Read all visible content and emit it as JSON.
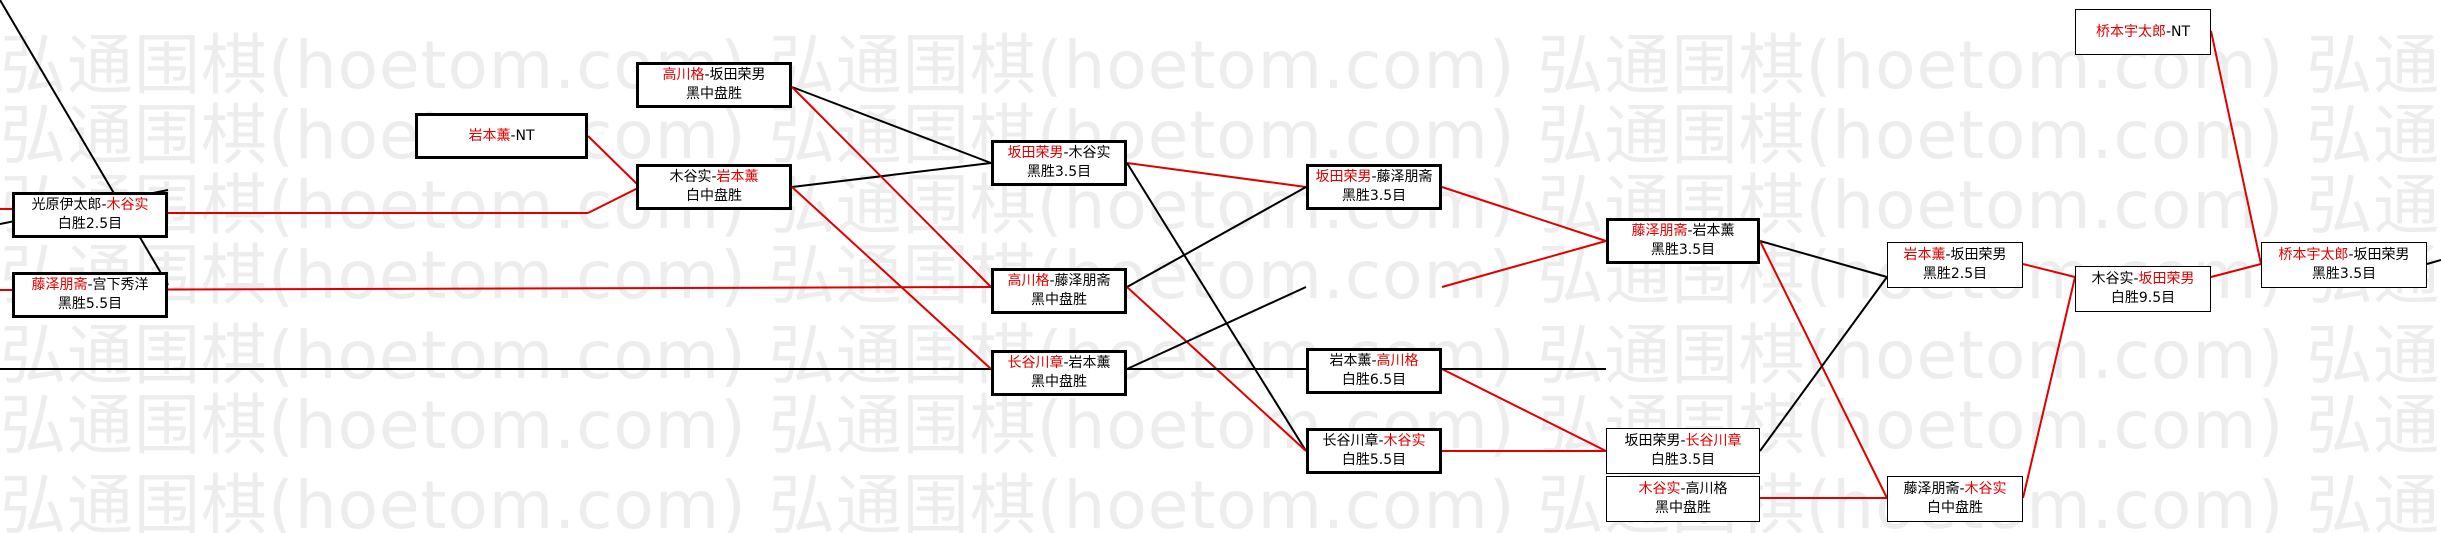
{
  "watermark": {
    "text": "弘通围棋(hoetom.com)"
  },
  "colors": {
    "winner": "#e00000",
    "line_red": "#e00000",
    "line_black": "#000000",
    "border": "#000000"
  },
  "nodes": {
    "n1": {
      "p1": "光原伊太郎",
      "sep": "-",
      "p2": "木谷实",
      "result": "白胜2.5目"
    },
    "n2": {
      "p1": "藤泽朋斋",
      "sep": "-",
      "p2": "宫下秀洋",
      "result": "黑胜5.5目"
    },
    "n3": {
      "p1": "岩本薰",
      "sep": "-",
      "p2": "NT"
    },
    "n4": {
      "p1": "高川格",
      "sep": "-",
      "p2": "坂田荣男",
      "result": "黑中盘胜"
    },
    "n5": {
      "p1": "木谷实",
      "sep": "-",
      "p2": "岩本薰",
      "result": "白中盘胜"
    },
    "n6": {
      "p1": "坂田荣男",
      "sep": "-",
      "p2": "木谷实",
      "result": "黑胜3.5目"
    },
    "n7": {
      "p1": "高川格",
      "sep": "-",
      "p2": "藤泽朋斋",
      "result": "黑中盘胜"
    },
    "n8": {
      "p1": "长谷川章",
      "sep": "-",
      "p2": "岩本薰",
      "result": "黑中盘胜"
    },
    "n9": {
      "p1": "坂田荣男",
      "sep": "-",
      "p2": "藤泽朋斋",
      "result": "黑胜3.5目"
    },
    "n10": {
      "p1": "岩本薰",
      "sep": "-",
      "p2": "高川格",
      "result": "白胜6.5目"
    },
    "n11": {
      "p1": "长谷川章",
      "sep": "-",
      "p2": "木谷实",
      "result": "白胜5.5目"
    },
    "n12": {
      "p1": "藤泽朋斋",
      "sep": "-",
      "p2": "岩本薰",
      "result": "黑胜3.5目"
    },
    "n13": {
      "p1": "坂田荣男",
      "sep": "-",
      "p2": "长谷川章",
      "result": "白胜3.5目"
    },
    "n14": {
      "p1": "木谷实",
      "sep": "-",
      "p2": "高川格",
      "result": "黑中盘胜"
    },
    "n15": {
      "p1": "岩本薰",
      "sep": "-",
      "p2": "坂田荣男",
      "result": "黑胜2.5目"
    },
    "n16": {
      "p1": "藤泽朋斋",
      "sep": "-",
      "p2": "木谷实",
      "result": "白中盘胜"
    },
    "n17": {
      "p1": "木谷实",
      "sep": "-",
      "p2": "坂田荣男",
      "result": "白胜9.5目"
    },
    "n18": {
      "p1": "桥本宇太郎",
      "sep": "-",
      "p2": "NT"
    },
    "n19": {
      "p1": "桥本宇太郎",
      "sep": "-",
      "p2": "坂田荣男",
      "result": "黑胜3.5目"
    }
  }
}
